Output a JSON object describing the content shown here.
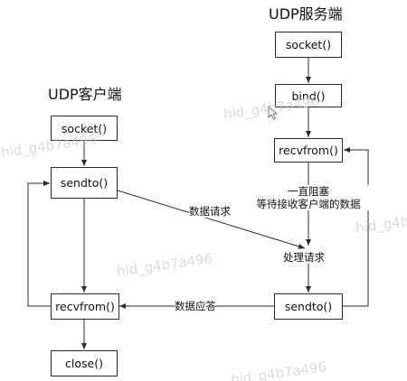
{
  "server": {
    "title": "UDP服务端",
    "socket_label": "socket()",
    "bind_label": "bind()",
    "recvfrom_label": "recvfrom()",
    "blocking_line1": "一直阻塞",
    "blocking_line2": "等待接收客户端的数据",
    "process_label": "处理请求",
    "sendto_label": "sendto()"
  },
  "client": {
    "title": "UDP客户端",
    "socket_label": "socket()",
    "sendto_label": "sendto()",
    "recvfrom_label": "recvfrom()",
    "close_label": "close()"
  },
  "arrows": {
    "request_label": "数据请求",
    "response_label": "数据应答"
  },
  "watermark": {
    "text": "hid_g4b7a496"
  },
  "colors": {
    "line": "#2b2b2b",
    "watermark": "#cfcfcf"
  }
}
